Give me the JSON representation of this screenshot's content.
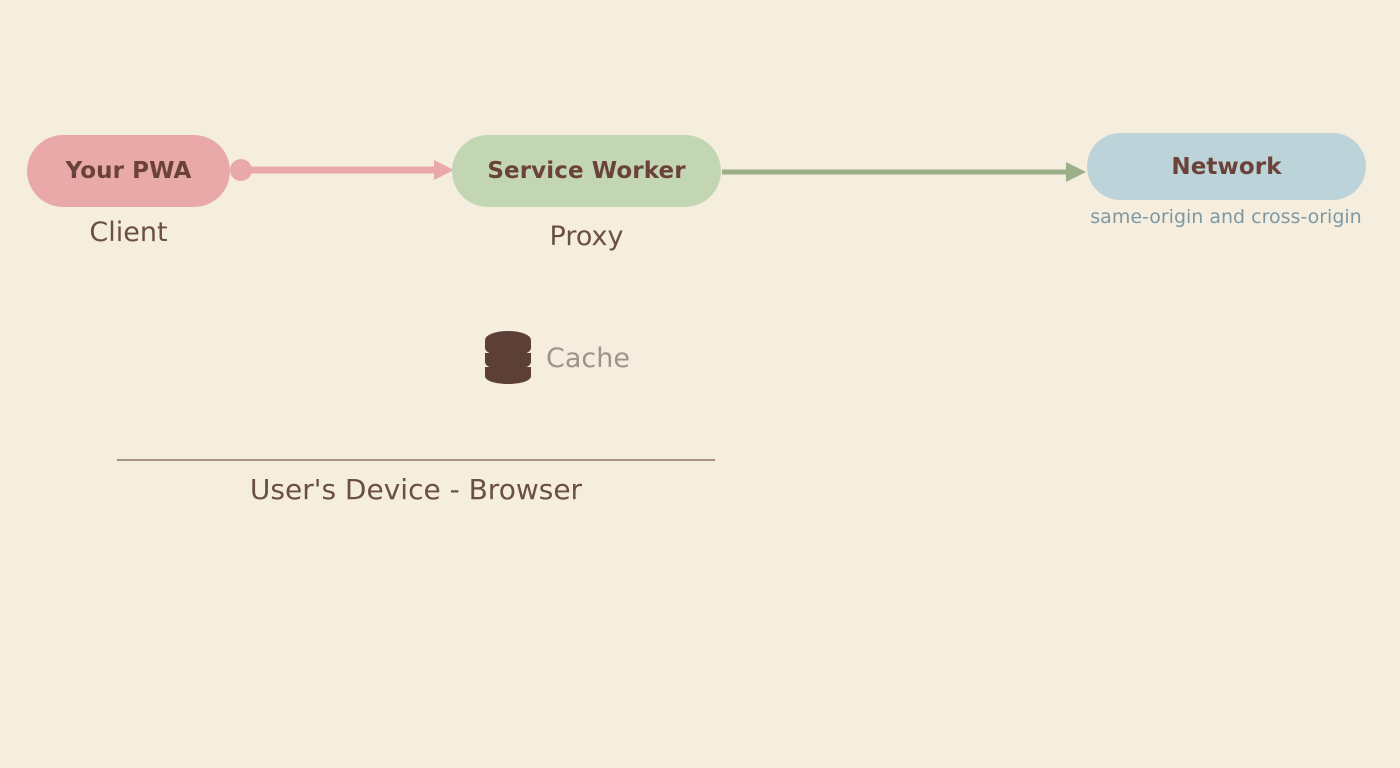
{
  "diagram": {
    "background_color": "#F5EEDE",
    "nodes": [
      {
        "id": "pwa",
        "label": "Your PWA",
        "caption": "Client",
        "color": "#E9A9A9",
        "text_color": "#6B4239"
      },
      {
        "id": "service-worker",
        "label": "Service Worker",
        "caption": "Proxy",
        "color": "#C2D6B4",
        "text_color": "#6B4239"
      },
      {
        "id": "network",
        "label": "Network",
        "caption": "same-origin and cross-origin",
        "color": "#BCD3DA",
        "text_color": "#6B4239",
        "caption_color": "#7E98A3"
      }
    ],
    "connectors": [
      {
        "id": "pwa-to-service-worker",
        "from": "pwa",
        "to": "service-worker",
        "color": "#E9A9A9",
        "start_marker": "dot",
        "end_marker": "arrow"
      },
      {
        "id": "service-worker-to-network",
        "from": "service-worker",
        "to": "network",
        "color": "#9BB089",
        "start_marker": "none",
        "end_marker": "arrow"
      }
    ],
    "storage": {
      "icon": "database-icon",
      "label": "Cache",
      "icon_color": "#5C4038",
      "label_color": "#A29389"
    },
    "boundary": {
      "label": "User's Device - Browser",
      "line_color": "#A89287",
      "label_color": "#6B4F45"
    }
  }
}
